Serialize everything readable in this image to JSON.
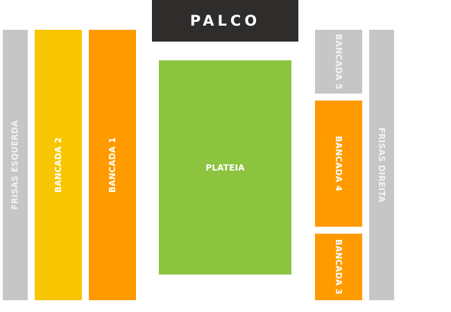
{
  "stage": {
    "label": "PALCO",
    "color": "#2e2d2b"
  },
  "sectors": {
    "frisas_esquerda": {
      "label": "FRISAS ESQUERDA",
      "color": "#c6c6c6"
    },
    "bancada_2": {
      "label": "BANCADA 2",
      "color": "#f7c600"
    },
    "bancada_1": {
      "label": "BANCADA 1",
      "color": "#ff9a00"
    },
    "plateia": {
      "label": "PLATEIA",
      "color": "#8cc43f"
    },
    "bancada_5": {
      "label": "BANCADA 5",
      "color": "#c6c6c6"
    },
    "bancada_4": {
      "label": "BANCADA 4",
      "color": "#ff9a00"
    },
    "bancada_3": {
      "label": "BANCADA 3",
      "color": "#ff9a00"
    },
    "frisas_direita": {
      "label": "FRISAS DIREITA",
      "color": "#c6c6c6"
    }
  }
}
